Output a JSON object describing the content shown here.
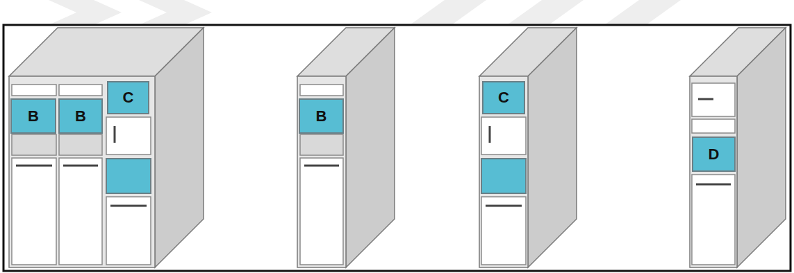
{
  "diagram": {
    "nodes": [
      {
        "text": [
          "B"
        ]
      },
      {
        "text": [
          "B"
        ]
      },
      {
        "text": [
          "C"
        ]
      },
      {
        "text": [
          "B"
        ]
      },
      {
        "text": [
          "C"
        ]
      },
      {
        "text": [
          "D"
        ]
      }
    ]
  }
}
